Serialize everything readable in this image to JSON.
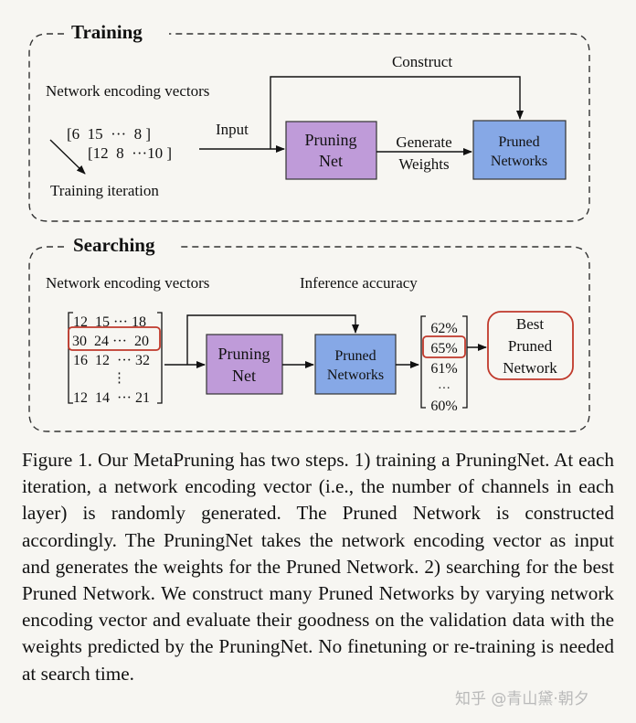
{
  "training": {
    "title": "Training",
    "encoding_label": "Network encoding vectors",
    "vec_row1": "[6  15  ···  8 ]",
    "vec_row2": "[12  8  ···10 ]",
    "iteration_label": "Training iteration",
    "input_label": "Input",
    "pruning_net": [
      "Pruning",
      "Net"
    ],
    "generate_label": [
      "Generate",
      "Weights"
    ],
    "construct_label": "Construct",
    "pruned_networks": [
      "Pruned",
      "Networks"
    ]
  },
  "searching": {
    "title": "Searching",
    "encoding_label": "Network encoding vectors",
    "inference_label": "Inference accuracy",
    "matrix_rows": [
      "12  15 ··· 18",
      "30  24 ···  20",
      "16  12  ··· 32",
      "⋮",
      "12  14  ··· 21"
    ],
    "pruning_net": [
      "Pruning",
      "Net"
    ],
    "pruned_networks": [
      "Pruned",
      "Networks"
    ],
    "accuracies": [
      "62%",
      "65%",
      "61%",
      "···",
      "60%"
    ],
    "best_network": [
      "Best",
      "Pruned",
      "Network"
    ]
  },
  "caption": "Figure 1. Our MetaPruning has two steps.  1) training a PruningNet.  At each iteration, a network encoding vector (i.e., the number of channels in each layer) is randomly generated.  The Pruned Network is constructed accordingly. The PruningNet takes the network encoding vector as input and generates the weights for the Pruned Network.  2) searching for the best Pruned Network.  We construct many Pruned Networks by varying network encoding vector and evaluate their goodness on the validation data with the weights predicted by the PruningNet.  No finetuning or re-training is needed at search time.",
  "watermark": "知乎 @青山黛·朝夕",
  "colors": {
    "pruning_net_fill": "#bf9bd9",
    "pruned_networks_fill": "#86a8e6",
    "highlight": "#c0392b",
    "background": "#f7f6f2"
  }
}
